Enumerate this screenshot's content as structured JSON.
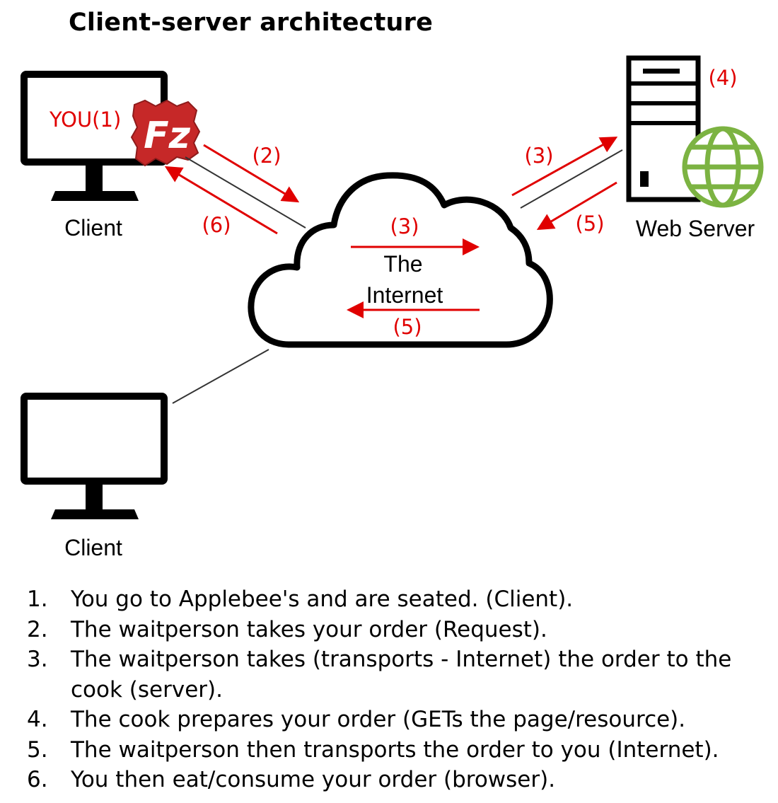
{
  "title": "Client-server architecture",
  "labels": {
    "client_top": "Client",
    "client_bottom": "Client",
    "web_server": "Web Server",
    "internet_line1": "The",
    "internet_line2": "Internet",
    "you": "YOU(1)",
    "logo_letters": "Fz"
  },
  "step_labels": {
    "s2": "(2)",
    "s3_left": "(3)",
    "s3_right": "(3)",
    "s4": "(4)",
    "s5_left": "(5)",
    "s5_right": "(5)",
    "s6": "(6)"
  },
  "colors": {
    "arrow": "#e00000",
    "step_text": "#e00000",
    "globe": "#7cb342",
    "logo": "#c62828",
    "outline": "#000000"
  },
  "steps": [
    {
      "number": "1.",
      "text": "You go to Applebee's and are seated. (Client)."
    },
    {
      "number": "2.",
      "text": "The waitperson takes your order (Request)."
    },
    {
      "number": "3.",
      "text": "The waitperson takes (transports - Internet) the order to the cook (server)."
    },
    {
      "number": "4.",
      "text": "The cook prepares your order (GETs the page/resource)."
    },
    {
      "number": "5.",
      "text": "The waitperson then transports the order to you (Internet)."
    },
    {
      "number": "6.",
      "text": "You then eat/consume your order (browser)."
    }
  ]
}
